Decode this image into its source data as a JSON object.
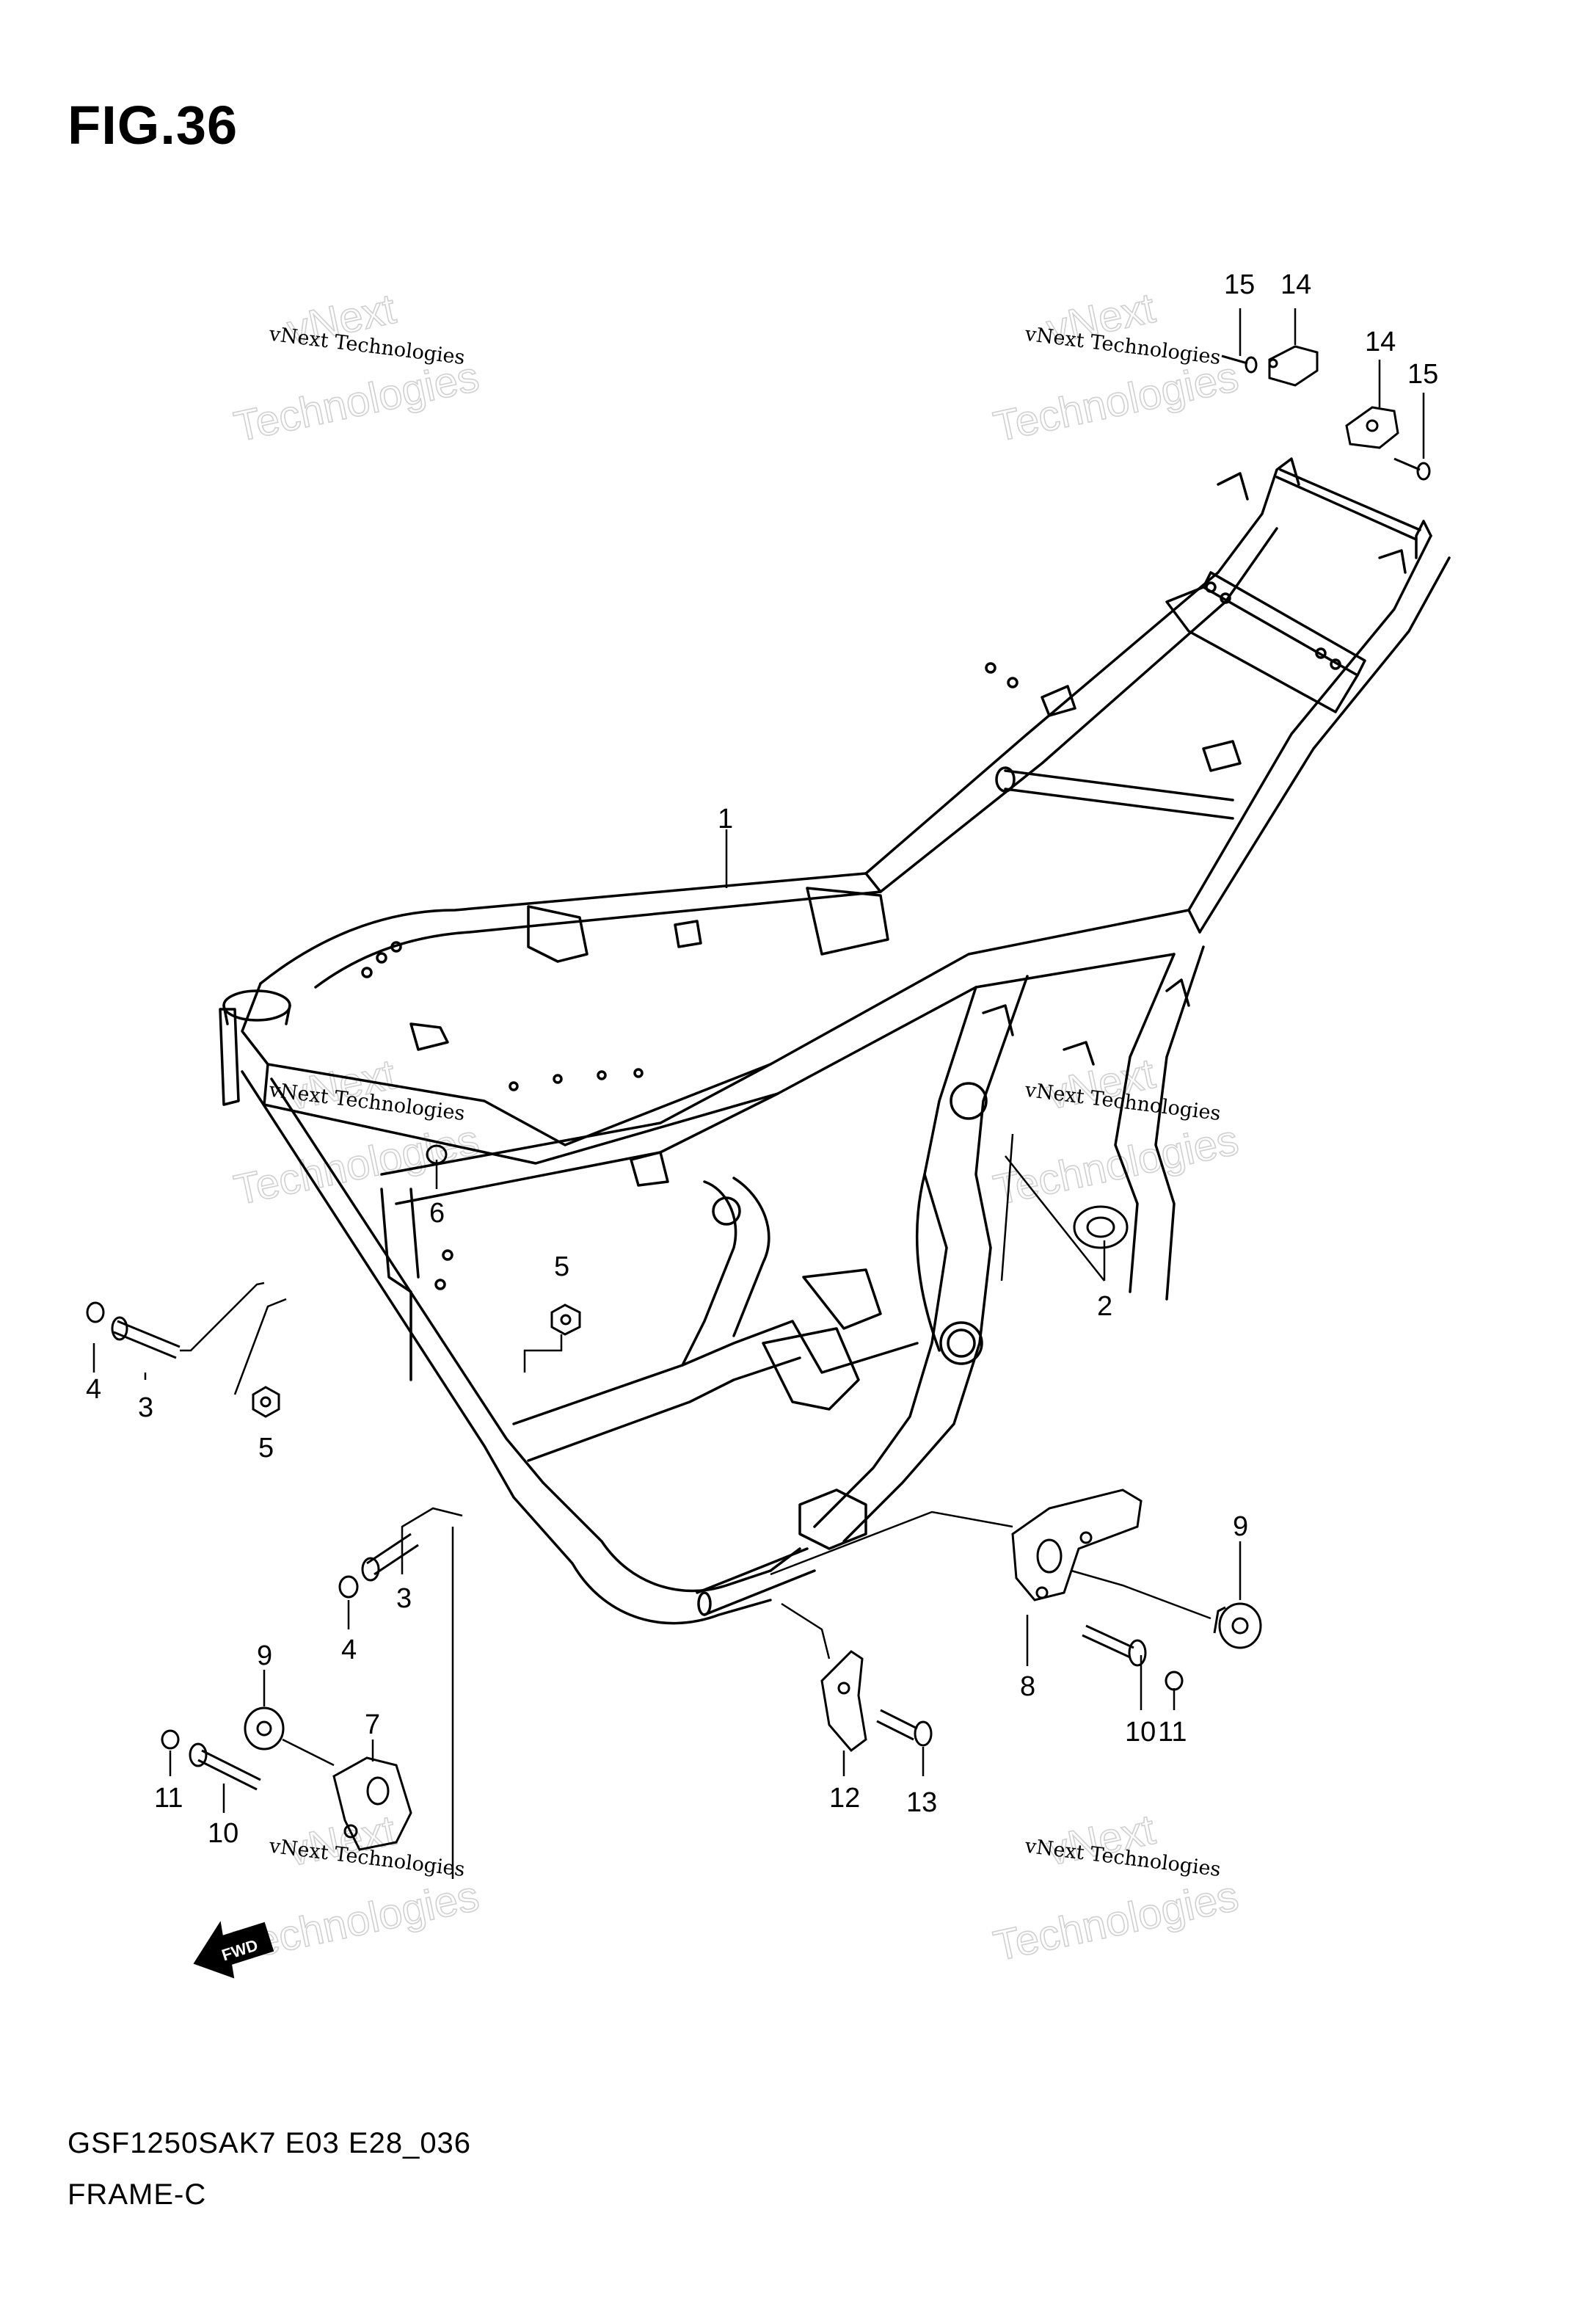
{
  "figure": {
    "title": "FIG.36",
    "model_code": "GSF1250SAK7 E03 E28_036",
    "section_name": "FRAME-C"
  },
  "watermark": {
    "line1": "vNext Technologies",
    "line2_top": "vNext",
    "line2_bottom": "Technologies"
  },
  "fwd_label": "FWD",
  "callouts": [
    {
      "id": "c1",
      "number": "1"
    },
    {
      "id": "c2",
      "number": "2"
    },
    {
      "id": "c3a",
      "number": "3"
    },
    {
      "id": "c3b",
      "number": "3"
    },
    {
      "id": "c4a",
      "number": "4"
    },
    {
      "id": "c4b",
      "number": "4"
    },
    {
      "id": "c5a",
      "number": "5"
    },
    {
      "id": "c5b",
      "number": "5"
    },
    {
      "id": "c6",
      "number": "6"
    },
    {
      "id": "c7",
      "number": "7"
    },
    {
      "id": "c8",
      "number": "8"
    },
    {
      "id": "c9a",
      "number": "9"
    },
    {
      "id": "c9b",
      "number": "9"
    },
    {
      "id": "c10a",
      "number": "10"
    },
    {
      "id": "c10b",
      "number": "10"
    },
    {
      "id": "c11a",
      "number": "11"
    },
    {
      "id": "c11b",
      "number": "11"
    },
    {
      "id": "c12",
      "number": "12"
    },
    {
      "id": "c13",
      "number": "13"
    },
    {
      "id": "c14a",
      "number": "14"
    },
    {
      "id": "c14b",
      "number": "14"
    },
    {
      "id": "c15a",
      "number": "15"
    },
    {
      "id": "c15b",
      "number": "15"
    }
  ]
}
